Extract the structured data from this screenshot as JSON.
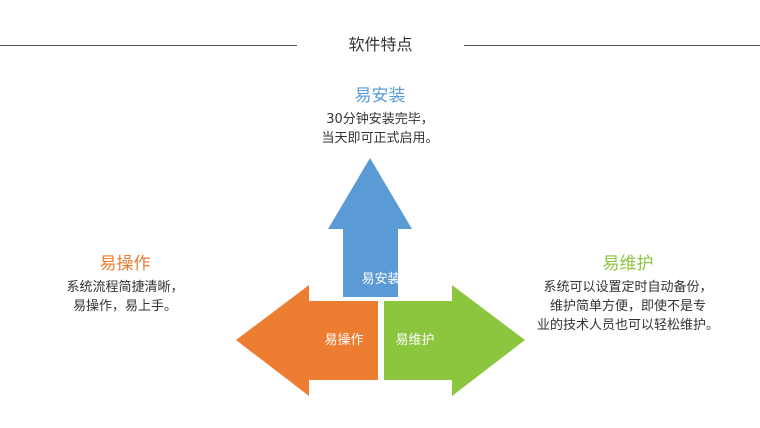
{
  "section": {
    "title": "软件特点"
  },
  "features": {
    "install": {
      "title": "易安装",
      "lines": [
        "30分钟安装完毕，",
        "当天即可正式启用。"
      ],
      "arrow_label": "易安装",
      "color": "#5b9bd5"
    },
    "operate": {
      "title": "易操作",
      "lines": [
        "系统流程简捷清晰，",
        "易操作，易上手。"
      ],
      "arrow_label": "易操作",
      "color": "#ed7d31"
    },
    "maintain": {
      "title": "易维护",
      "lines": [
        "系统可以设置定时自动备份，",
        "维护简单方便，即使不是专",
        "业的技术人员也可以轻松维护。"
      ],
      "arrow_label": "易维护",
      "color": "#8cc63f"
    }
  }
}
